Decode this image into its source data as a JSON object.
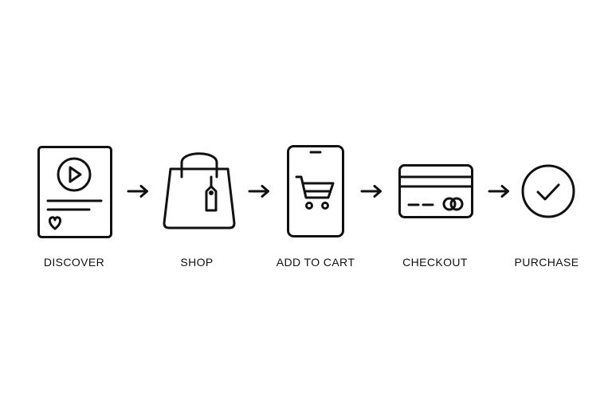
{
  "steps": [
    {
      "label": "DISCOVER",
      "icon": "video-card-icon"
    },
    {
      "label": "SHOP",
      "icon": "shopping-bag-icon"
    },
    {
      "label": "ADD TO CART",
      "icon": "phone-cart-icon"
    },
    {
      "label": "CHECKOUT",
      "icon": "credit-card-icon"
    },
    {
      "label": "PURCHASE",
      "icon": "check-circle-icon"
    }
  ],
  "colors": {
    "stroke": "#111111",
    "background": "#ffffff"
  }
}
